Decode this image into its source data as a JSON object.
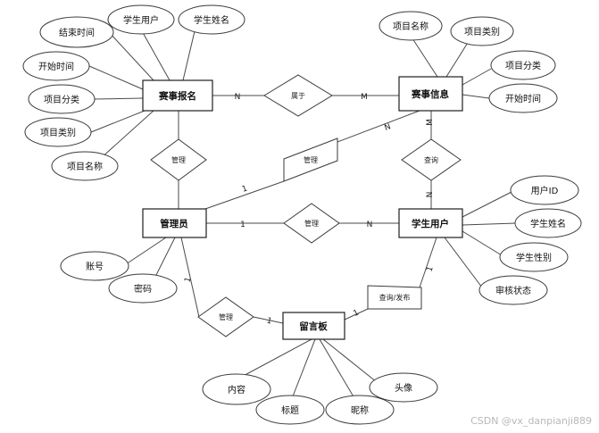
{
  "diagram": {
    "entities": {
      "registration": "赛事报名",
      "event_info": "赛事信息",
      "admin": "管理员",
      "student": "学生用户",
      "message_board": "留言板"
    },
    "relationships": {
      "belongs_to": "属于",
      "manage_top": "管理",
      "manage_event_info": "管理",
      "query": "查询",
      "manage_student": "管理",
      "manage_board": "管理",
      "query_publish": "查询/发布"
    },
    "attributes": {
      "registration": [
        "结束时间",
        "学生用户",
        "学生姓名",
        "开始时间",
        "项目分类",
        "项目类别",
        "项目名称"
      ],
      "event_info": [
        "项目名称",
        "项目类别",
        "项目分类",
        "开始时间"
      ],
      "student": [
        "用户ID",
        "学生姓名",
        "学生性别",
        "审核状态"
      ],
      "admin": [
        "账号",
        "密码"
      ],
      "message_board": [
        "内容",
        "标题",
        "昵称",
        "头像"
      ]
    },
    "cardinalities": {
      "reg_belongs": "N",
      "belongs_event": "M",
      "admin_info": "1",
      "info_admin": "N",
      "event_query": "M",
      "query_student": "N",
      "admin_manage": "1",
      "manage_student": "N",
      "admin_board": "1",
      "board_admin": "1",
      "board_query": "1",
      "student_query": "1"
    }
  },
  "watermark": "CSDN @vx_danpianji889"
}
